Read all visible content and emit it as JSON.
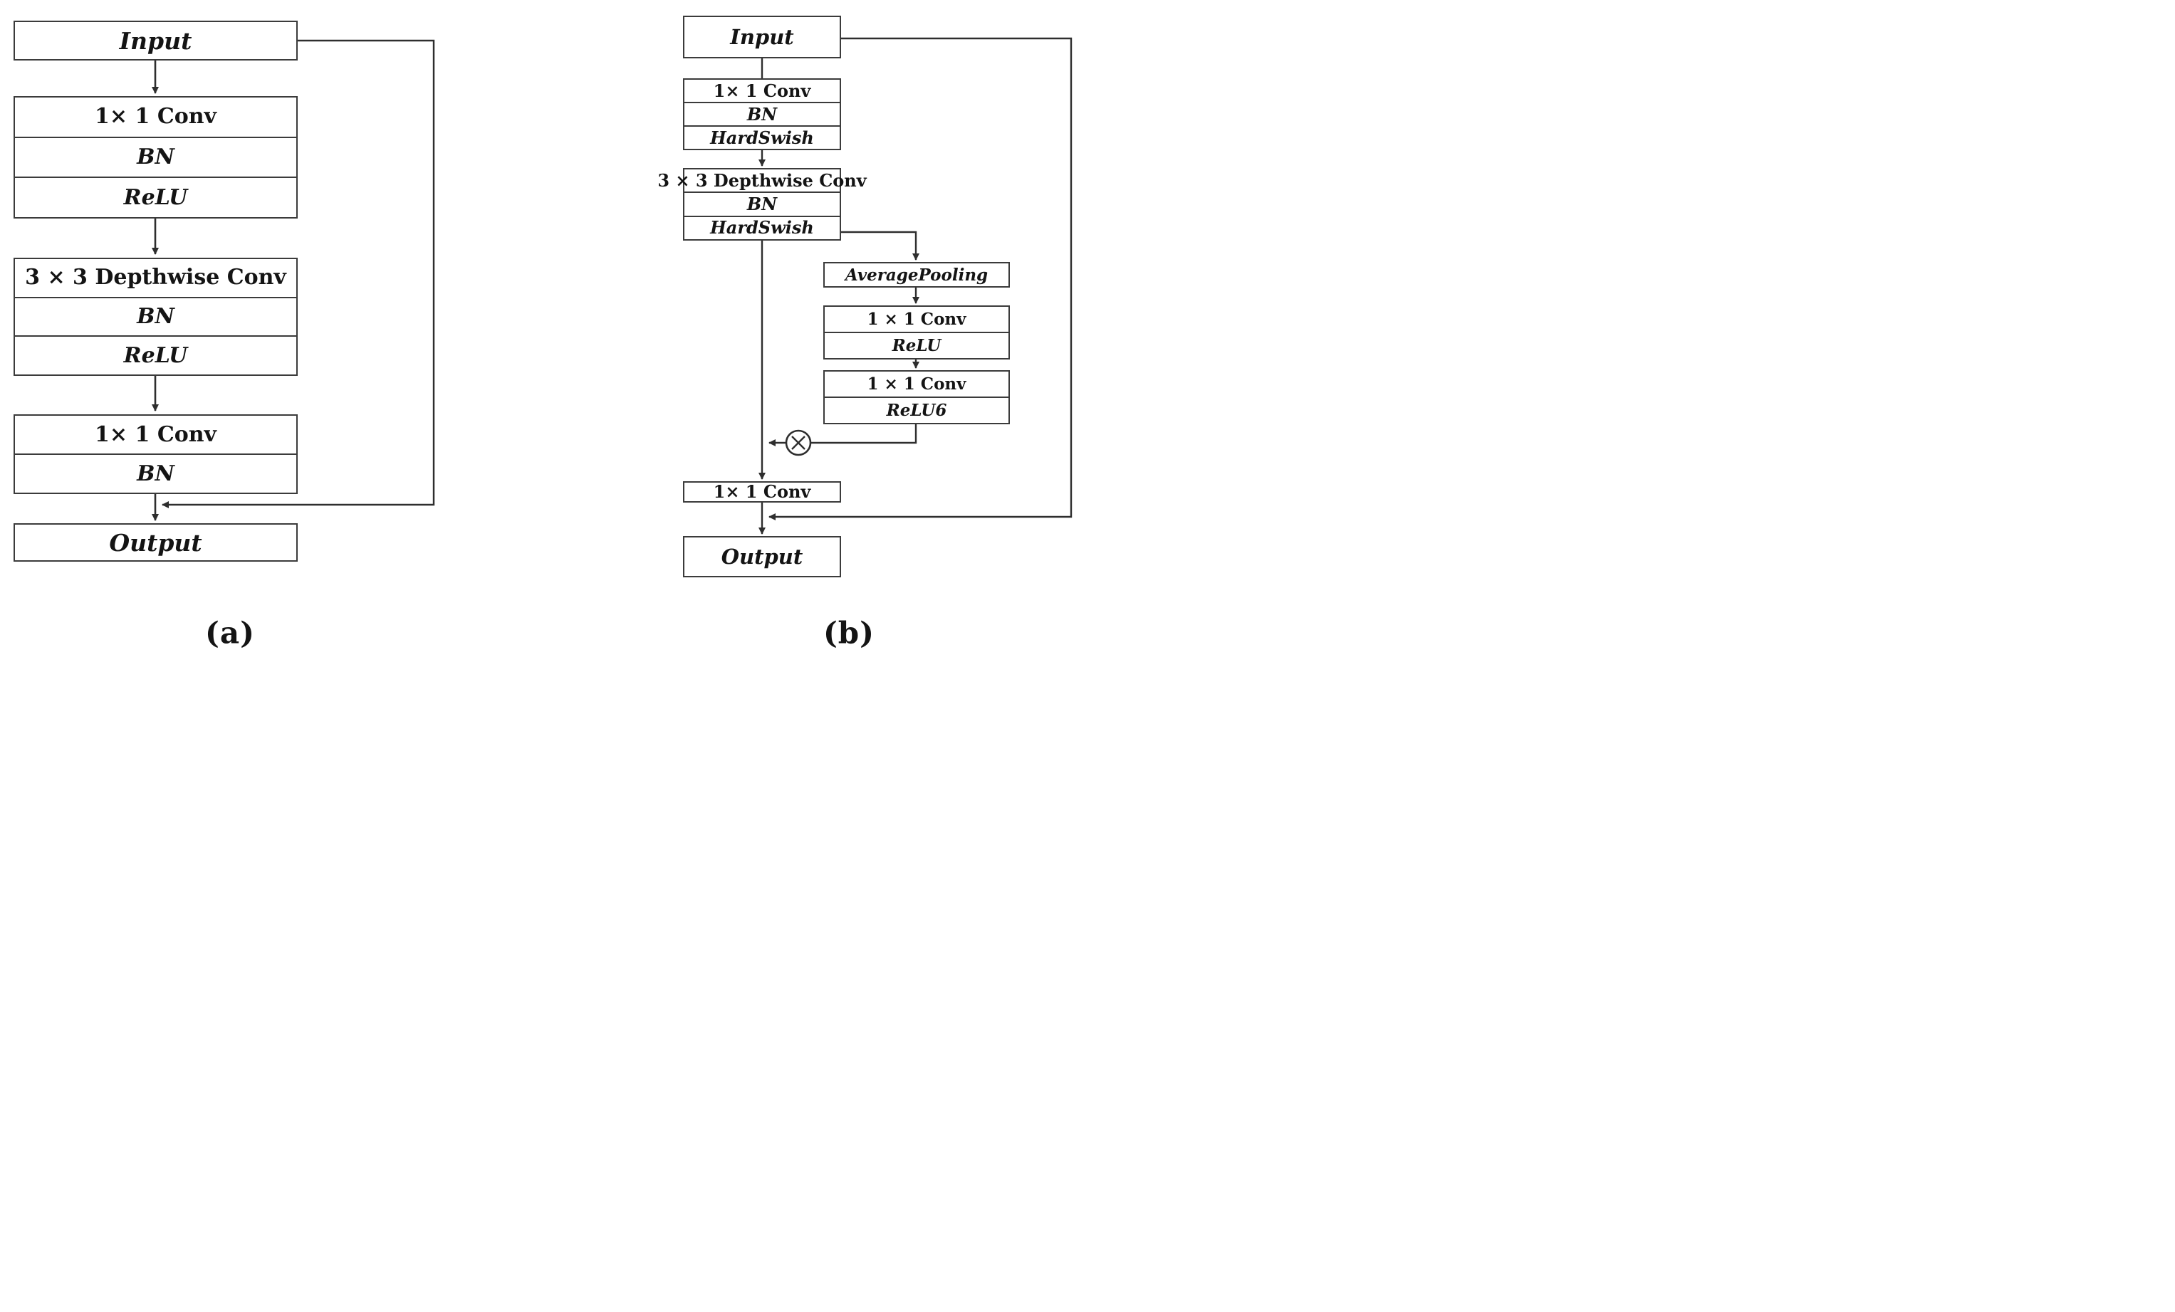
{
  "figure": {
    "description": "Two inverted-residual convolution block diagrams",
    "colors": {
      "background": "#ffffff",
      "line": "#2e2e2e",
      "text": "#141414"
    },
    "a": {
      "label": "(a)",
      "input": "Input",
      "conv1": {
        "r0": "1× 1 Conv",
        "r1": "BN",
        "r2": "ReLU"
      },
      "dw": {
        "r0": "3 × 3 Depthwise Conv",
        "r1": "BN",
        "r2": "ReLU"
      },
      "conv2": {
        "r0": "1× 1 Conv",
        "r1": "BN"
      },
      "output": "Output"
    },
    "b": {
      "label": "(b)",
      "input": "Input",
      "conv1": {
        "r0": "1× 1 Conv",
        "r1": "BN",
        "r2": "HardSwish"
      },
      "dw": {
        "r0": "3 × 3 Depthwise Conv",
        "r1": "BN",
        "r2": "HardSwish"
      },
      "se": {
        "avgpool": "AveragePooling",
        "fc1": {
          "r0": "1 × 1 Conv",
          "r1": "ReLU"
        },
        "fc2": {
          "r0": "1 × 1 Conv",
          "r1": "ReLU6"
        },
        "multiply_symbol": "⊗"
      },
      "conv2": "1× 1 Conv",
      "output": "Output"
    }
  }
}
